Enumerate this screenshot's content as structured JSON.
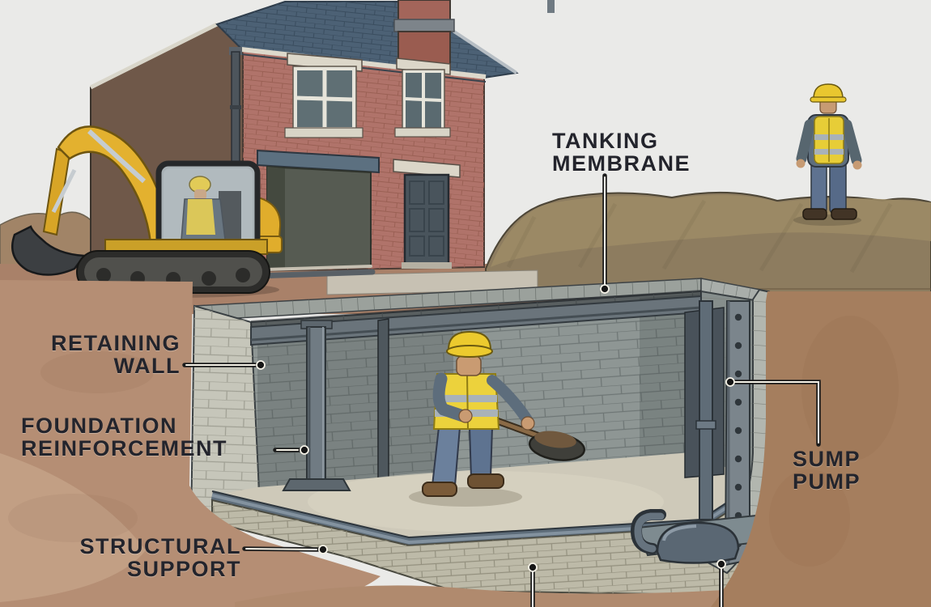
{
  "labels": {
    "tanking_membrane": {
      "line1": "TANKING",
      "line2": "MEMBRANE"
    },
    "retaining_wall": {
      "line1": "RETAINING",
      "line2": "WALL"
    },
    "foundation_reinforcement": {
      "line1": "FOUNDATION",
      "line2": "REINFORCEMENT"
    },
    "structural_support": {
      "line1": "STRUCTURAL",
      "line2": "SUPPORT"
    },
    "sump_pump": {
      "line1": "SUMP",
      "line2": "PUMP"
    }
  },
  "style": {
    "label_color": "#23242c",
    "leader_core": "#f4f1e6",
    "leader_casing": "#1c1c1c",
    "sky": "#eaeae8",
    "soil_foreground": "#b58e74",
    "soil_mound": "#8d7c5f",
    "brick": "#b0736a",
    "roof_slate": "#4c6175",
    "block_wall": "#8e9694",
    "block_light": "#c6c6ba",
    "steel_blue": "#6a747b",
    "hivis_yellow": "#e8cd36",
    "machine_yellow": "#e0ad2c",
    "concrete_floor": "#cec9b9"
  }
}
